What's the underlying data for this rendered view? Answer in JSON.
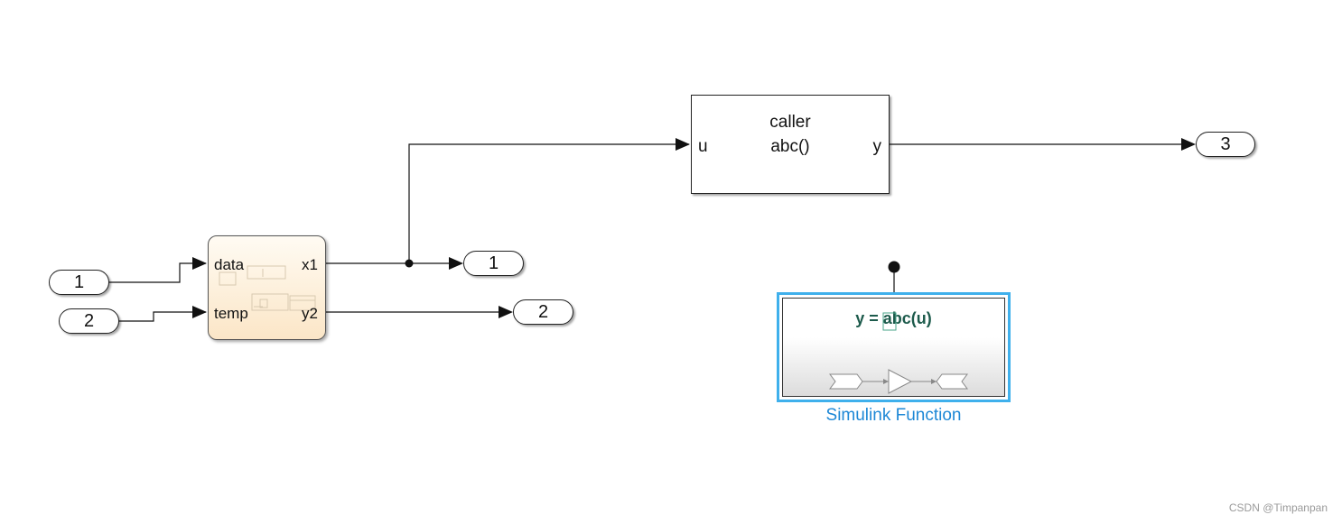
{
  "inports": [
    {
      "label": "1"
    },
    {
      "label": "2"
    }
  ],
  "outports": [
    {
      "label": "1"
    },
    {
      "label": "2"
    },
    {
      "label": "3"
    }
  ],
  "chart_block": {
    "inputs": [
      "data",
      "temp"
    ],
    "outputs": [
      "x1",
      "y2"
    ]
  },
  "caller_block": {
    "title": "caller",
    "call": "abc()",
    "input": "u",
    "output": "y"
  },
  "simulink_function": {
    "signature": "y = abc(u)",
    "name": "Simulink Function"
  },
  "watermark": "CSDN @Timpanpan",
  "colors": {
    "chart_fill": "#fbe6c7",
    "function_border": "#3fb0ec",
    "function_name": "#1e88d6",
    "signature": "#1d5b4c"
  }
}
